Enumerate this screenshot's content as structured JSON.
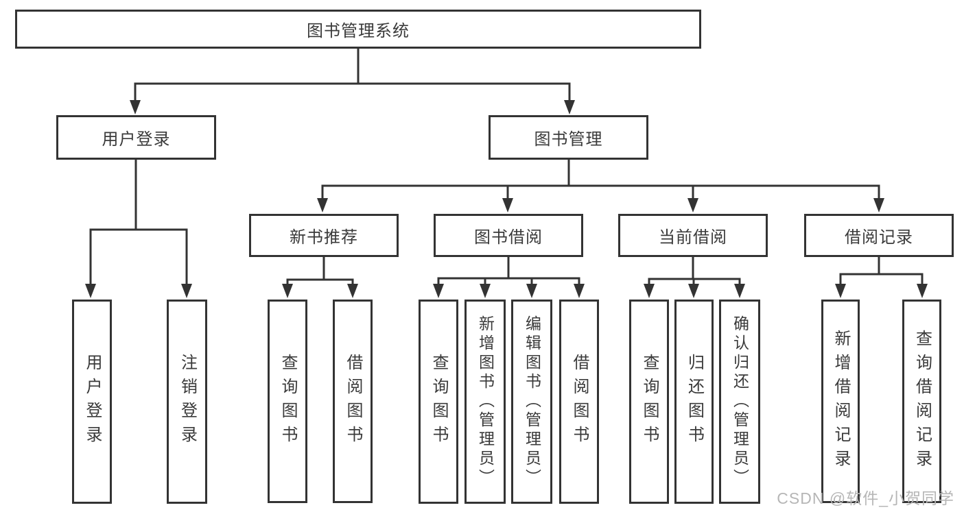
{
  "diagram": {
    "type": "hierarchy",
    "root": {
      "label": "图书管理系统",
      "children": [
        {
          "label": "用户登录",
          "children": [
            {
              "label": "用户登录"
            },
            {
              "label": "注销登录"
            }
          ]
        },
        {
          "label": "图书管理",
          "children": [
            {
              "label": "新书推荐",
              "children": [
                {
                  "label": "查询图书"
                },
                {
                  "label": "借阅图书"
                }
              ]
            },
            {
              "label": "图书借阅",
              "children": [
                {
                  "label": "查询图书"
                },
                {
                  "label": "新增图书（管理员）"
                },
                {
                  "label": "编辑图书（管理员）"
                },
                {
                  "label": "借阅图书"
                }
              ]
            },
            {
              "label": "当前借阅",
              "children": [
                {
                  "label": "查询图书"
                },
                {
                  "label": "归还图书"
                },
                {
                  "label": "确认归还（管理员）"
                }
              ]
            },
            {
              "label": "借阅记录",
              "children": [
                {
                  "label": "新增借阅记录"
                },
                {
                  "label": "查询借阅记录"
                }
              ]
            }
          ]
        }
      ]
    },
    "colors": {
      "line": "#333333",
      "text": "#3a3a3a",
      "background": "#ffffff"
    }
  },
  "watermark": {
    "text": "CSDN @软件_小贺同学",
    "color": "#b6b6b6"
  }
}
